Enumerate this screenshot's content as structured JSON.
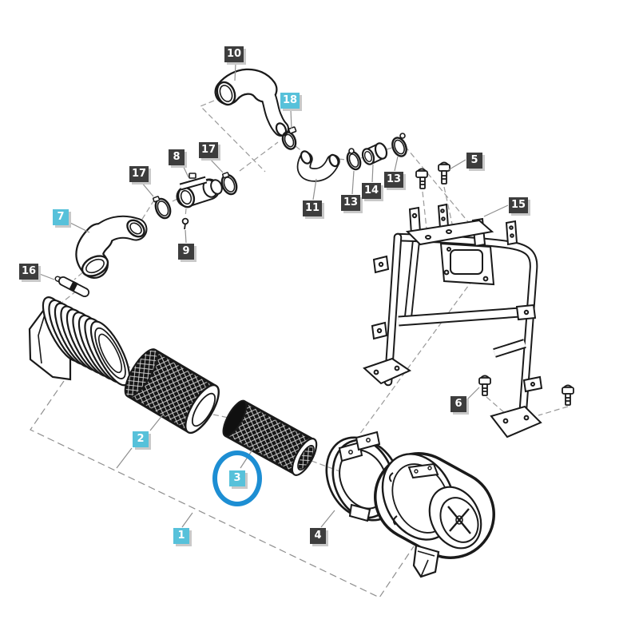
{
  "figure": {
    "kind": "exploded-parts-diagram",
    "highlighted_part": "3",
    "background": "#ffffff"
  },
  "colors": {
    "tag_dark": "#3d3d3d",
    "tag_cyan": "#57c1da",
    "tag_text": "#ffffff",
    "tag_shadow": "#c9c9c9",
    "highlight_ring": "#1d8ed3",
    "line_art": "#1a1a1a",
    "leader": "#8f8f8f"
  },
  "labels": [
    {
      "text": "10",
      "variant": "dark"
    },
    {
      "text": "18",
      "variant": "cyan"
    },
    {
      "text": "17",
      "variant": "dark"
    },
    {
      "text": "8",
      "variant": "dark"
    },
    {
      "text": "17",
      "variant": "dark"
    },
    {
      "text": "7",
      "variant": "cyan"
    },
    {
      "text": "9",
      "variant": "dark"
    },
    {
      "text": "16",
      "variant": "dark"
    },
    {
      "text": "11",
      "variant": "dark"
    },
    {
      "text": "13",
      "variant": "dark"
    },
    {
      "text": "14",
      "variant": "dark"
    },
    {
      "text": "13",
      "variant": "dark"
    },
    {
      "text": "5",
      "variant": "dark"
    },
    {
      "text": "15",
      "variant": "dark"
    },
    {
      "text": "6",
      "variant": "dark"
    },
    {
      "text": "2",
      "variant": "cyan"
    },
    {
      "text": "3",
      "variant": "cyan",
      "circled": true
    },
    {
      "text": "4",
      "variant": "dark"
    },
    {
      "text": "1",
      "variant": "cyan"
    }
  ]
}
